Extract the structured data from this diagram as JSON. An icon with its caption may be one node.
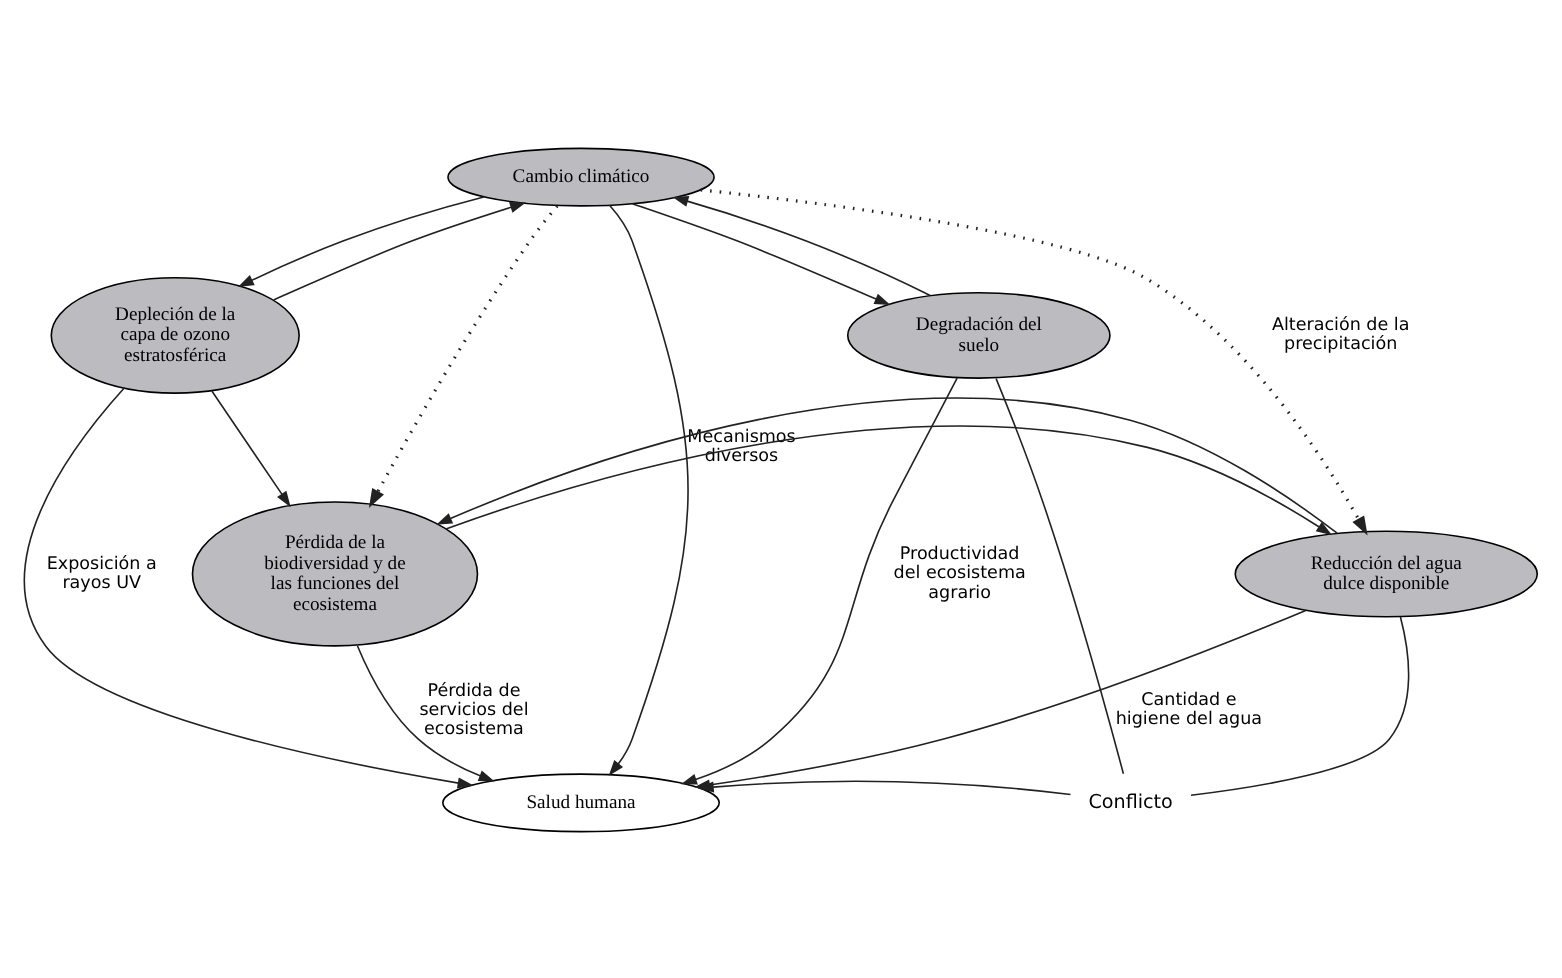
{
  "diagram": {
    "nodes": [
      {
        "text": [
          "Cambio climático"
        ]
      },
      {
        "text": [
          "Depleción de la capa de ozono estratosférica"
        ]
      },
      {
        "text": [
          "Degradación del suelo"
        ]
      },
      {
        "text": [
          "Salud humana"
        ]
      },
      {
        "text": [
          "Conflicto"
        ]
      },
      {
        "text": [
          "Pérdida de la biodiversidad y de las funciones del ecosistema"
        ]
      },
      {
        "text": [
          "Reducción del agua dulce disponible"
        ]
      }
    ],
    "edges": [
      {
        "from": 1,
        "to": 0,
        "arrow": "to"
      },
      {
        "from": 0,
        "to": 1,
        "arrow": "to"
      },
      {
        "from": 0,
        "to": 2,
        "arrow": "to"
      },
      {
        "from": 2,
        "to": 0,
        "arrow": "to"
      },
      {
        "from": 0,
        "to": 3,
        "arrow": "to",
        "label": "Mecanismos diversos"
      },
      {
        "from": 1,
        "to": 3,
        "arrow": "to",
        "label": "Exposición a rayos UV"
      },
      {
        "from": 2,
        "to": 3,
        "arrow": "to",
        "label": "Productividad del ecosistema agrario"
      },
      {
        "from": 2,
        "to": 4,
        "arrow": "none"
      },
      {
        "from": 6,
        "to": 4,
        "arrow": "none"
      },
      {
        "from": 4,
        "to": 3,
        "arrow": "to"
      },
      {
        "from": 5,
        "to": 3,
        "arrow": "to",
        "label": "Pérdida de servicios del ecosistema"
      },
      {
        "from": 6,
        "to": 3,
        "arrow": "to",
        "label": "Cantidad e higiene del agua"
      },
      {
        "from": 1,
        "to": 5,
        "arrow": "to"
      },
      {
        "from": 5,
        "to": 6,
        "arrow": "to"
      },
      {
        "from": 6,
        "to": 5,
        "arrow": "to"
      },
      {
        "from": 0,
        "to": 5,
        "arrow": "to",
        "style": "dashed"
      },
      {
        "from": 0,
        "to": 6,
        "arrow": "to",
        "style": "dashed",
        "label": "Alteración de la precipitación"
      }
    ]
  }
}
